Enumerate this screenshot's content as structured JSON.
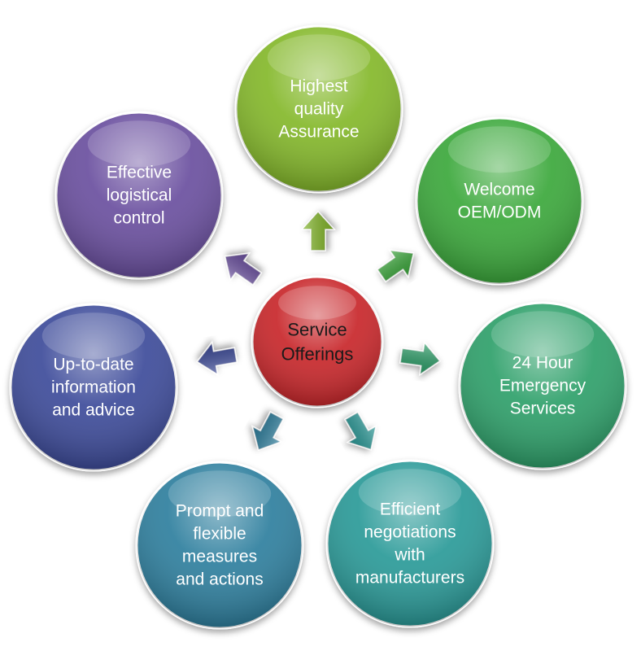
{
  "center": {
    "lines": [
      "Service",
      "Offerings"
    ],
    "color": "#c8282c"
  },
  "nodes": [
    {
      "id": "quality-assurance",
      "lines": [
        "Highest",
        "quality",
        "Assurance"
      ],
      "color": "#84b82c"
    },
    {
      "id": "oem-odm",
      "lines": [
        "Welcome",
        "OEM/ODM"
      ],
      "color": "#3aa83a"
    },
    {
      "id": "emergency-services",
      "lines": [
        "24 Hour",
        "Emergency",
        "Services"
      ],
      "color": "#2fa06a"
    },
    {
      "id": "negotiations",
      "lines": [
        "Efficient",
        "negotiations",
        "with",
        "manufacturers"
      ],
      "color": "#2a9a98"
    },
    {
      "id": "prompt-measures",
      "lines": [
        "Prompt and",
        "flexible",
        "measures",
        "and actions"
      ],
      "color": "#2f7f9e"
    },
    {
      "id": "up-to-date-info",
      "lines": [
        "Up-to-date",
        "information",
        "and advice"
      ],
      "color": "#3e4b9a"
    },
    {
      "id": "logistical-control",
      "lines": [
        "Effective",
        "logistical",
        "control"
      ],
      "color": "#6a4f9f"
    }
  ]
}
